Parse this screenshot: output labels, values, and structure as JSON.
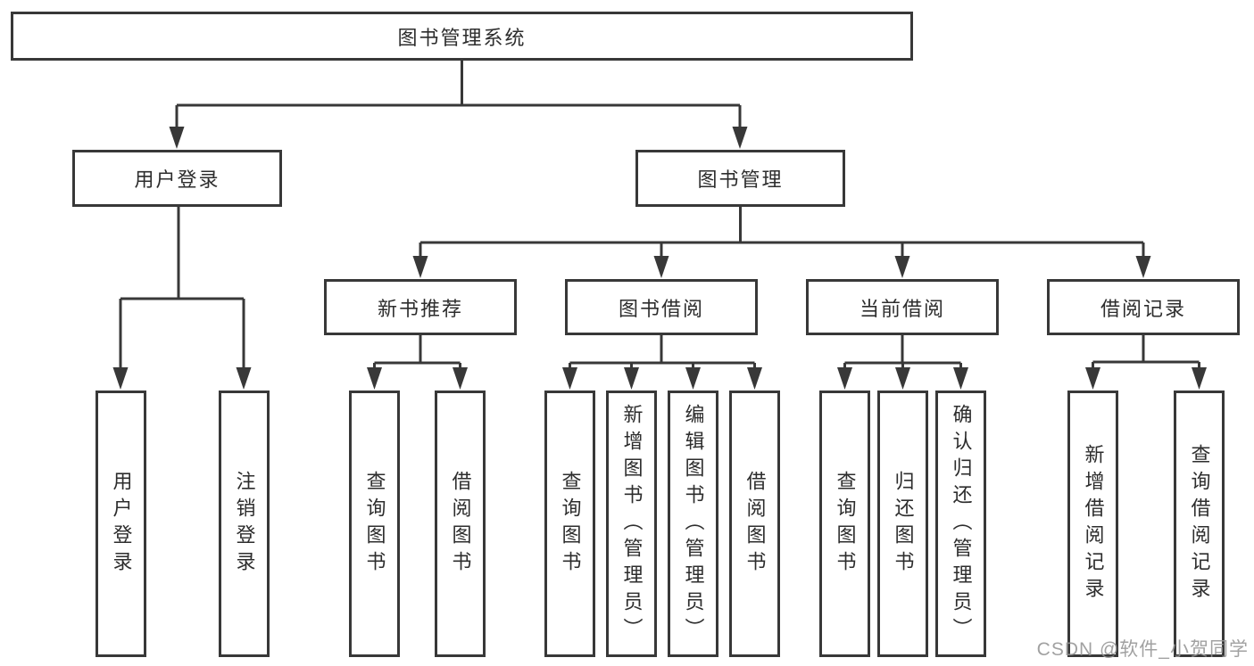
{
  "diagram": {
    "root": {
      "label": "图书管理系统"
    },
    "level2": {
      "user_login": {
        "label": "用户登录"
      },
      "book_mgmt": {
        "label": "图书管理"
      }
    },
    "level3": {
      "new_books": {
        "label": "新书推荐"
      },
      "borrowing": {
        "label": "图书借阅"
      },
      "current": {
        "label": "当前借阅"
      },
      "records": {
        "label": "借阅记录"
      }
    },
    "level4": {
      "leaf_user_login": {
        "label": "用户登录"
      },
      "leaf_logout": {
        "label": "注销登录"
      },
      "nb_query": {
        "label": "查询图书"
      },
      "nb_borrow": {
        "label": "借阅图书"
      },
      "bw_query": {
        "label": "查询图书"
      },
      "bw_add_admin": {
        "label": "新增图书（管理员）"
      },
      "bw_edit_admin": {
        "label": "编辑图书（管理员）"
      },
      "bw_borrow": {
        "label": "借阅图书"
      },
      "cur_query": {
        "label": "查询图书"
      },
      "cur_return": {
        "label": "归还图书"
      },
      "cur_confirm_admin": {
        "label": "确认归还（管理员）"
      },
      "rec_add": {
        "label": "新增借阅记录"
      },
      "rec_query": {
        "label": "查询借阅记录"
      }
    },
    "watermark": "CSDN @软件_小贺同学",
    "colors": {
      "line": "#383838",
      "text": "#2d2d2d",
      "watermark": "#949494",
      "background": "#ffffff"
    }
  }
}
